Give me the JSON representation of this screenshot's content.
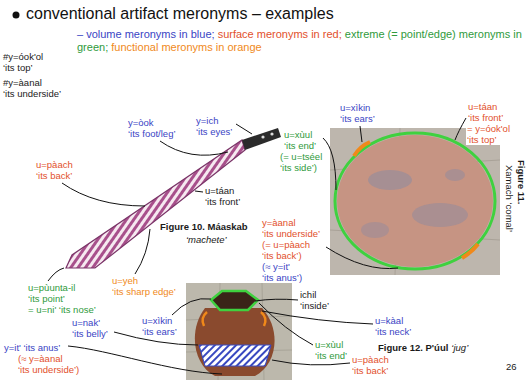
{
  "diagram": {
    "title": "conventional artifact meronyms – examples",
    "labels": [
      "– volume meronyms in blue;",
      "surface meronyms in red;",
      "extreme (= point/edge) meronyms in green;",
      "functional meronyms in orange",
      "#y=óok'ol ‘its top’",
      "#y=àanal ‘its underside’",
      "y=òok ‘its foot/leg’",
      "y=ich ‘its eyes’",
      "u=pàach ‘its back’",
      "u=táan ‘its front’",
      "Figure 10. Máaskab",
      "‘machete’",
      "u=pùunta-il ‘its point’",
      "= u=ni' ‘its nose’",
      "u=yeh ‘its sharp edge’",
      "u=xìkin ‘its ears’",
      "u=xùul ‘its end’",
      "(= u=tséel ‘its side’)",
      "u=táan ‘its front’",
      "= y=óok'ol ‘its top’",
      "y=àanal ‘its underside’",
      "(= u=pàach ‘its back’)",
      "(≈ y=it' ‘its anus’)",
      "Figure 11.",
      "Xamach ‘comal’",
      "u=nak' ‘its belly’",
      "u=xìkin ‘its ears’",
      "y=it' ‘its anus’",
      "(≈ y=àanal ‘its underside’)",
      "ichil ‘inside’",
      "u=kàal ‘its neck’",
      "u=xùul ‘its end’",
      "Figure 12. P'úul",
      "‘jug’",
      "u=pàach ‘its back’",
      "26"
    ]
  }
}
